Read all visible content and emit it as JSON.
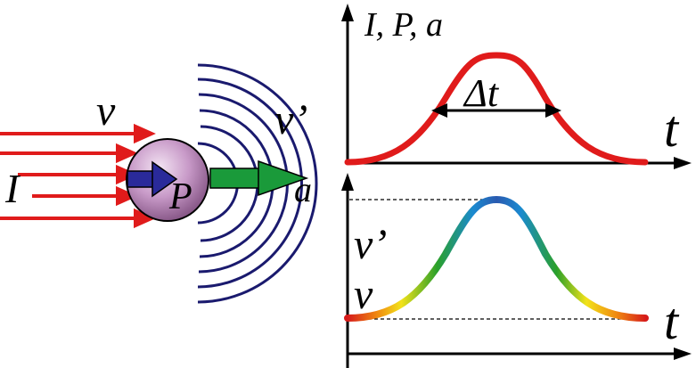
{
  "left": {
    "incident_label": "ν",
    "intensity_label": "I",
    "particle_label": "P",
    "scattered_label": "ν’",
    "acceleration_label": "a"
  },
  "top_plot": {
    "y_label": "I, P, a",
    "x_label": "t",
    "width_label": "Δt"
  },
  "bottom_plot": {
    "x_label": "t",
    "upper_level_label": "ν’",
    "lower_level_label": "ν"
  },
  "colors": {
    "beam": "#e01b1b",
    "pulse": "#e01b1b",
    "waves": "#1a1a6e",
    "momentum_arrow": "#2a2a9a",
    "acceleration_arrow": "#1a9a3a",
    "particle_fill": "#c89ac8",
    "axes": "#000000"
  }
}
